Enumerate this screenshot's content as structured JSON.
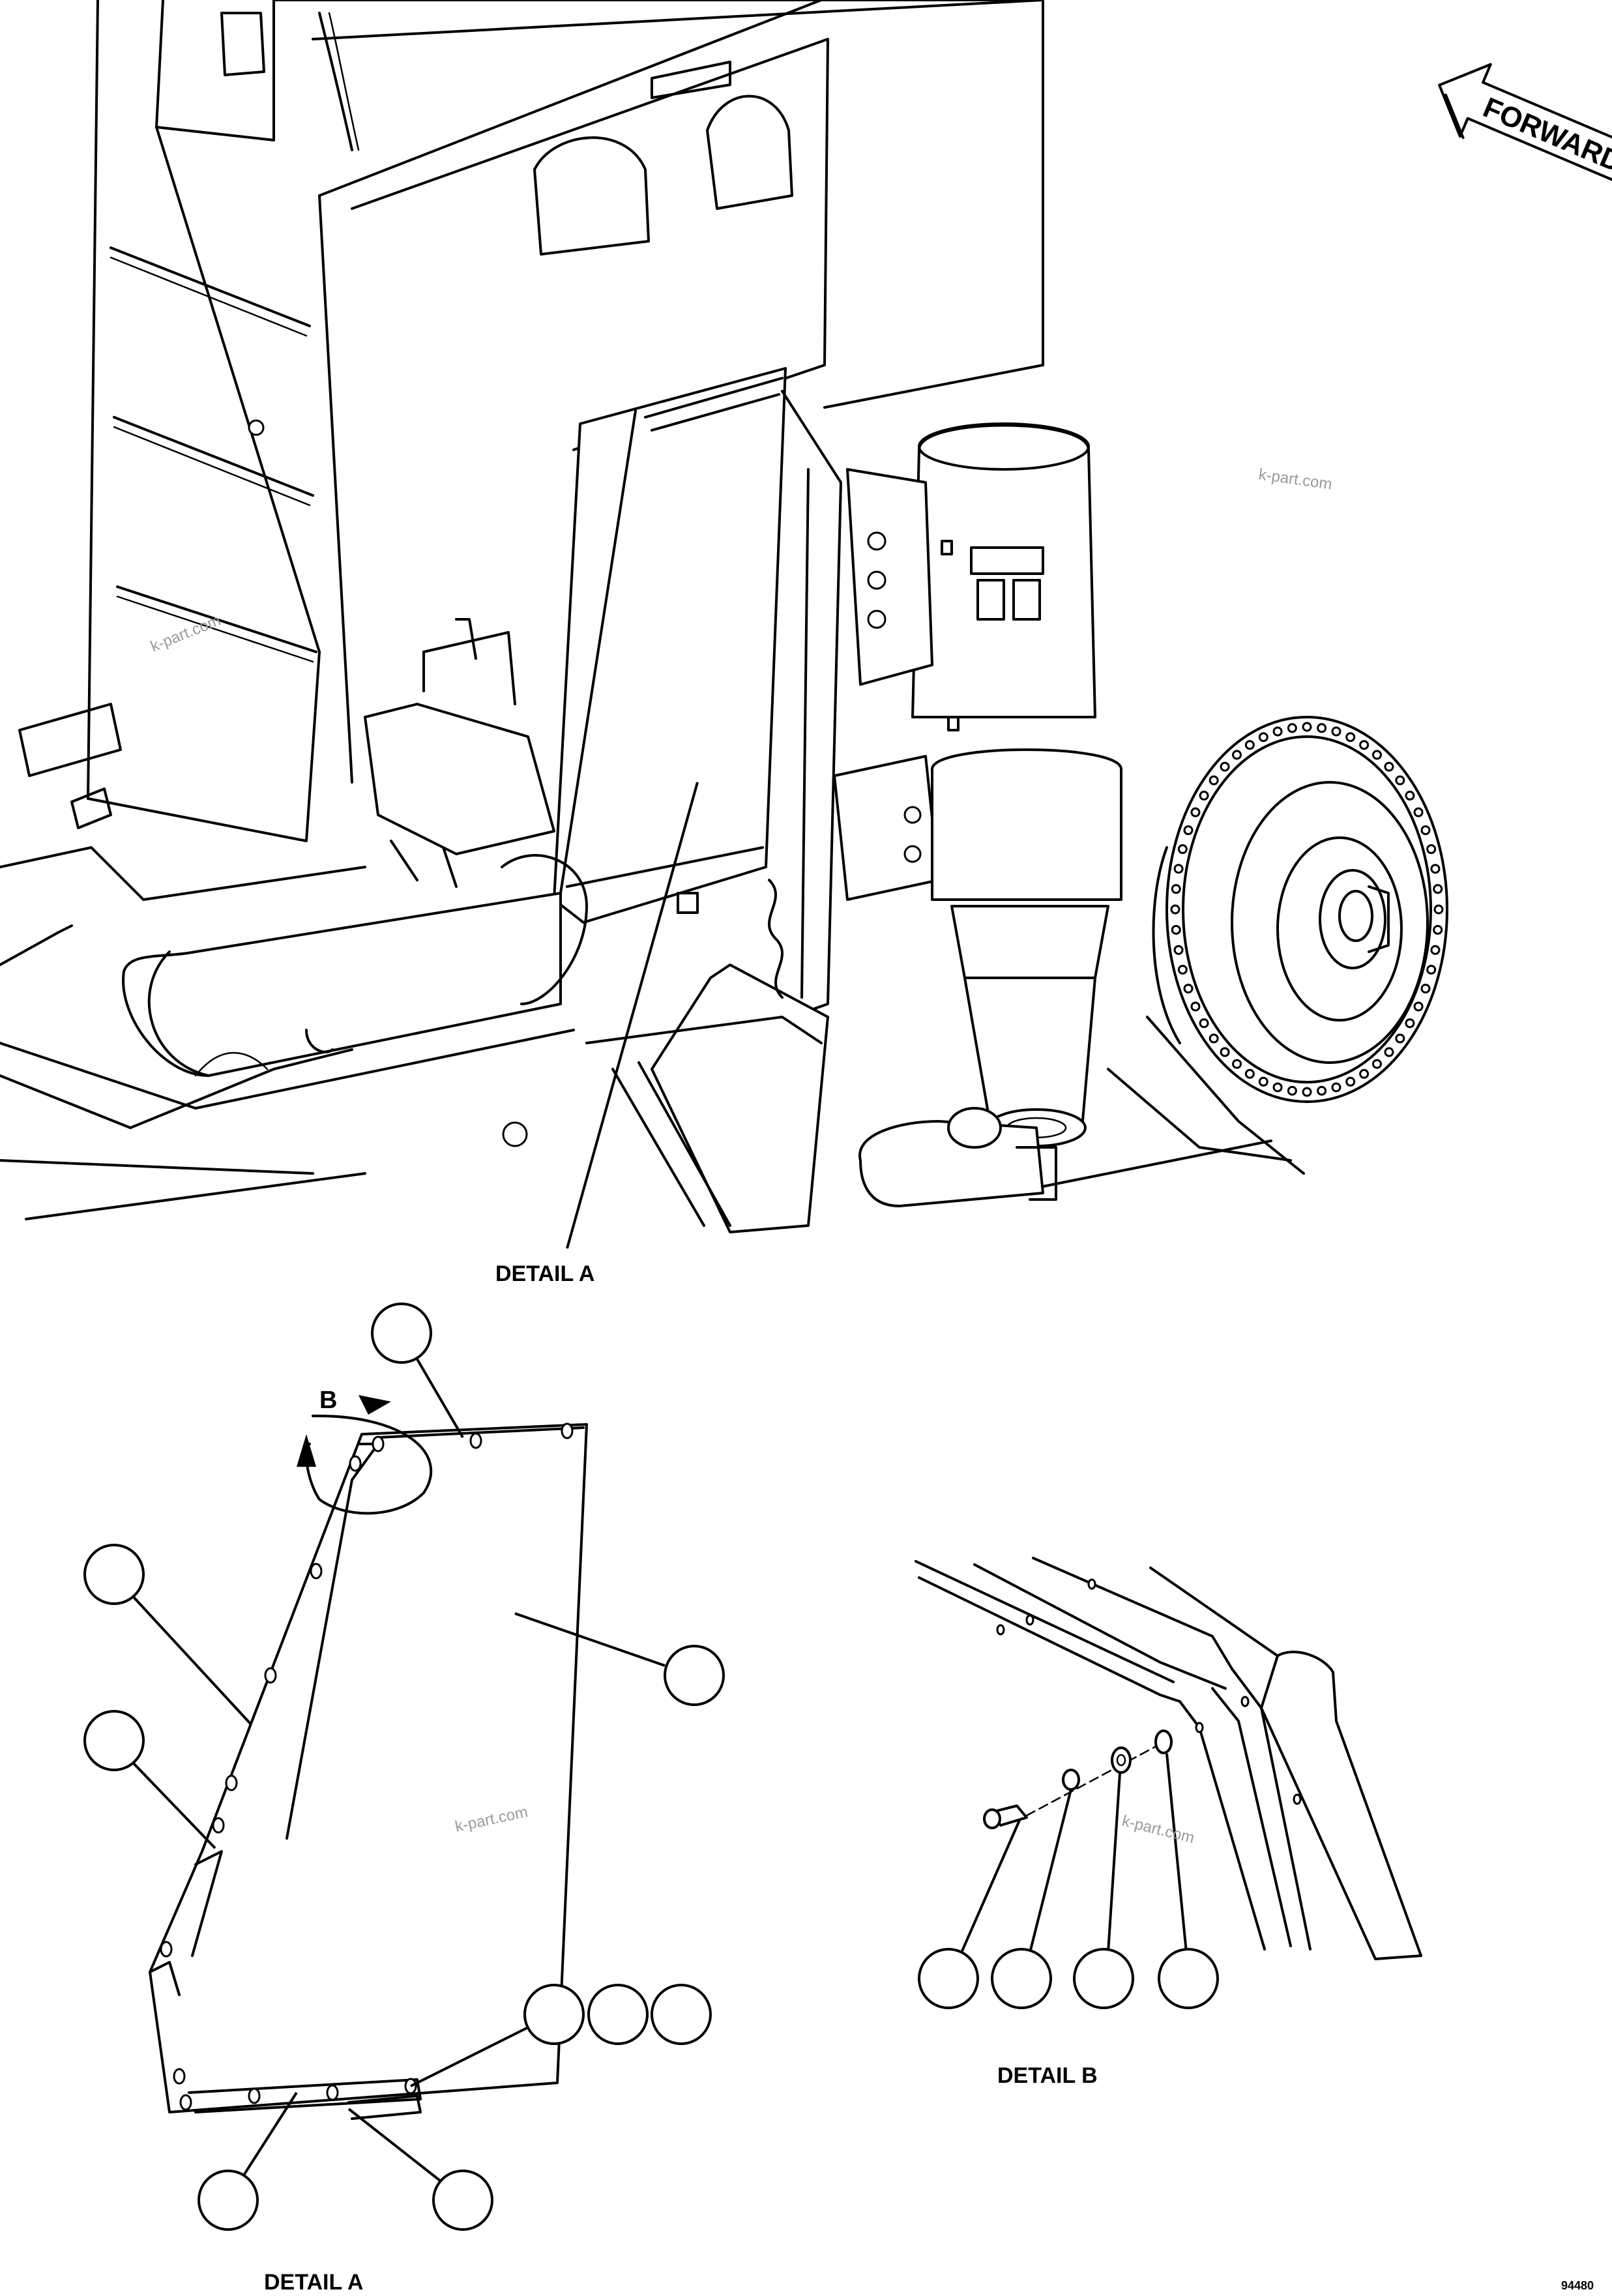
{
  "direction_arrow": {
    "label": "FORWARD"
  },
  "labels": {
    "detail_a_top": "DETAIL A",
    "detail_a_bottom": "DETAIL A",
    "detail_b": "DETAIL B",
    "view_b": "B",
    "sheet_code": "94480"
  },
  "watermark": "k-part.com",
  "callouts_detail_a": [
    "",
    "",
    "",
    "",
    "",
    "",
    "",
    "",
    ""
  ],
  "callouts_detail_b": [
    "",
    "",
    "",
    ""
  ]
}
